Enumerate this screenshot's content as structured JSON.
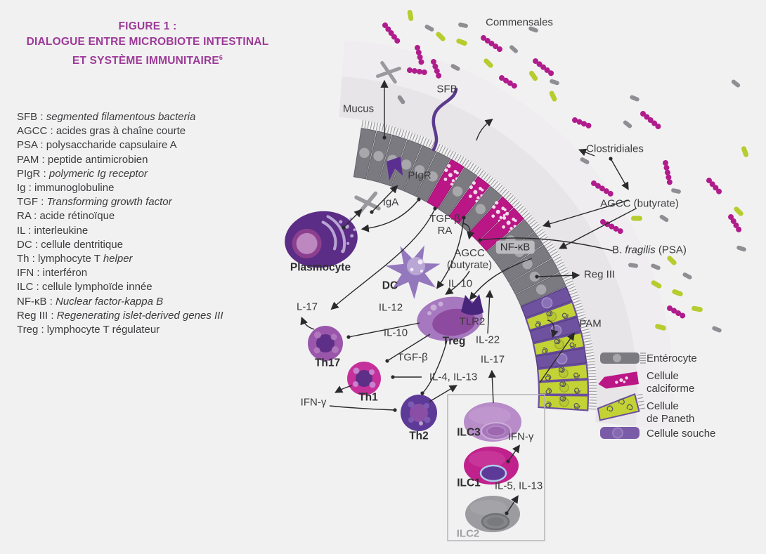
{
  "title": {
    "line1": "FIGURE 1 :",
    "line2": "DIALOGUE ENTRE MICROBIOTE INTESTINAL",
    "line3": "ET SYSTÈME IMMUNITAIRE",
    "superscript": "6"
  },
  "abbreviations": [
    {
      "term": "SFB",
      "plain": "",
      "italic": "segmented filamentous bacteria"
    },
    {
      "term": "AGCC",
      "plain": "acides gras à chaîne courte",
      "italic": ""
    },
    {
      "term": "PSA",
      "plain": "polysaccharide capsulaire A",
      "italic": ""
    },
    {
      "term": "PAM",
      "plain": "peptide antimicrobien",
      "italic": ""
    },
    {
      "term": "PIgR",
      "plain": "",
      "italic": "polymeric Ig receptor"
    },
    {
      "term": "Ig",
      "plain": "immunoglobuline",
      "italic": ""
    },
    {
      "term": "TGF",
      "plain": "",
      "italic": "Transforming growth factor"
    },
    {
      "term": "RA",
      "plain": "acide rétinoïque",
      "italic": ""
    },
    {
      "term": "IL",
      "plain": "interleukine",
      "italic": ""
    },
    {
      "term": "DC",
      "plain": "cellule dentritique",
      "italic": ""
    },
    {
      "term": "Th",
      "plain": "lymphocyte T ",
      "italic": "helper"
    },
    {
      "term": "IFN",
      "plain": "interféron",
      "italic": ""
    },
    {
      "term": "ILC",
      "plain": "cellule lymphoïde innée",
      "italic": ""
    },
    {
      "term": "NF-κB",
      "plain": "",
      "italic": "Nuclear factor-kappa B"
    },
    {
      "term": "Reg III",
      "plain": "",
      "italic": "Regenerating islet-derived genes III"
    },
    {
      "term": "Treg",
      "plain": "lymphocyte T régulateur",
      "italic": ""
    }
  ],
  "diagram": {
    "labels": {
      "commensales": "Commensales",
      "sfb": "SFB",
      "mucus": "Mucus",
      "pigr": "PIgR",
      "iga": "IgA",
      "tgf_line1": "TGF-β",
      "tgf_line2": "RA",
      "agcc_line1": "AGCC",
      "agcc_line2": "(butyrate)",
      "il10_a": "IL-10",
      "nfkb": "NF-κB",
      "il12": "IL-12",
      "il10_b": "IL-10",
      "tlr2": "TLR2",
      "treg": "Treg",
      "il22": "IL-22",
      "il17_mid": "IL-17",
      "l17": "L-17",
      "th17": "Th17",
      "tgfb_mid": "TGF-β",
      "th1": "Th1",
      "ifng_left": "IFN-γ",
      "il4_13": "IL-4, IL-13",
      "th2": "Th2",
      "ilc3": "ILC3",
      "ifng_box": "IFN-γ",
      "ilc1": "ILC1",
      "il5_13": "IL-5, IL-13",
      "ilc2": "ILC2",
      "plasmocyte": "Plasmocyte",
      "dc": "DC",
      "clostridiales": "Clostridiales",
      "agcc_right": "AGCC (butyrate)",
      "bfragilis_pre": "B. ",
      "bfragilis_it": "fragilis",
      "bfragilis_post": " (PSA)",
      "regiii": "Reg III",
      "pam": "PAM"
    }
  },
  "legend": {
    "items": [
      {
        "name": "enterocyte",
        "line1": "Entérocyte",
        "line2": ""
      },
      {
        "name": "cellule-calciforme",
        "line1": "Cellule",
        "line2": "calciforme"
      },
      {
        "name": "cellule-de-paneth",
        "line1": "Cellule",
        "line2": "de Paneth"
      },
      {
        "name": "cellule-souche",
        "line1": "Cellule souche",
        "line2": ""
      }
    ]
  },
  "colors": {
    "background": "#f2f1f2",
    "title_magenta": "#9c3a97",
    "text_dark": "#3b3b3d",
    "arrow": "#2a2a2c",
    "epithelium_gray": "#7b7a80",
    "nucleus_gray": "#a8a7ac",
    "goblet_magenta": "#bb1686",
    "paneth_lime": "#c3d335",
    "paneth_border": "#6b4f9e",
    "stem_purple": "#6f529f",
    "mucus_band": "#e7e5e7",
    "bacteria_magenta": "#b01c8c",
    "bacteria_lime": "#b7cc2e",
    "bacteria_gray": "#8f8e93",
    "plasmocyte_purple": "#5b2d86",
    "dc_purple": "#9478bd",
    "treg_purple": "#a678bf",
    "th17_purple": "#9a56ab",
    "th1_magenta": "#c5309b",
    "th2_purple": "#5d3a97",
    "ilc3_lavender": "#b78cc8",
    "ilc1_magenta": "#c0218d",
    "ilc2_gray": "#9c9ca0",
    "receptor_purple": "#5b2f91",
    "iga_gray": "#9a999e"
  }
}
